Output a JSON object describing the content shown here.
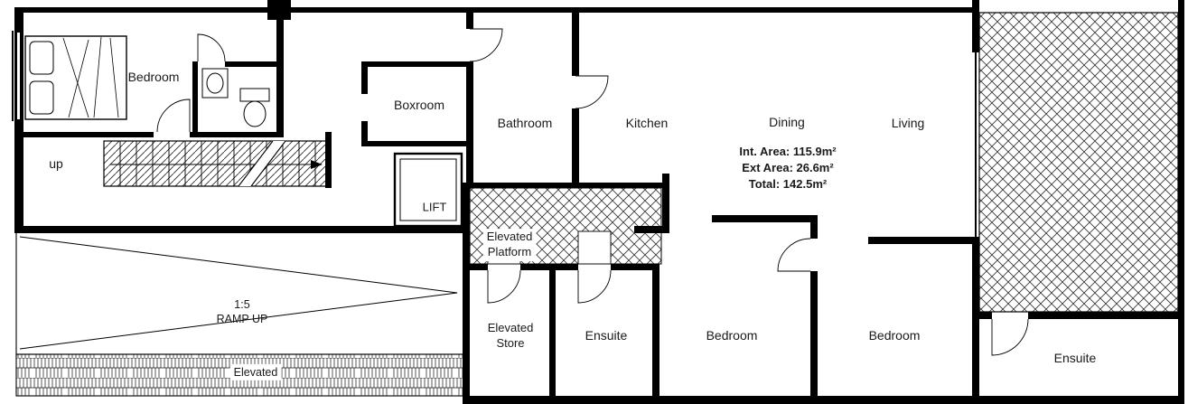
{
  "colors": {
    "wall": "#000000",
    "hatch_line": "#3a3a3a",
    "background": "#ffffff",
    "text": "#1a1a1a"
  },
  "rooms": {
    "bedroom_upper": "Bedroom",
    "boxroom": "Boxroom",
    "bathroom": "Bathroom",
    "kitchen": "Kitchen",
    "dining": "Dining",
    "living": "Living",
    "lift": "LIFT",
    "ensuite_middle": "Ensuite",
    "bedroom_middle": "Bedroom",
    "bedroom_right": "Bedroom",
    "ensuite_right": "Ensuite"
  },
  "labels": {
    "up": "up",
    "ramp_ratio": "1:5",
    "ramp": "RAMP UP",
    "elevated": "Elevated",
    "elevated_platform_line1": "Elevated",
    "elevated_platform_line2": "Platform",
    "elevated_store_line1": "Elevated",
    "elevated_store_line2": "Store"
  },
  "areas": {
    "int": "Int. Area: 115.9m²",
    "ext": "Ext Area: 26.6m²",
    "total": "Total: 142.5m²"
  }
}
